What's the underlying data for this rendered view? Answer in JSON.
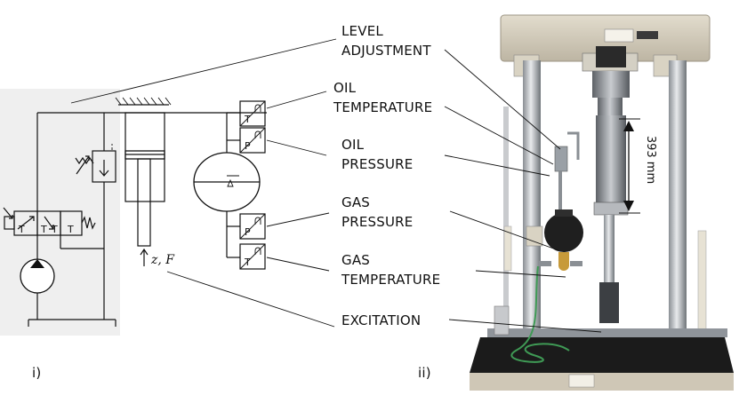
{
  "panels": {
    "left_label": "i)",
    "right_label": "ii)"
  },
  "callouts": [
    {
      "id": "level",
      "lines": [
        "LEVEL",
        "ADJUSTMENT"
      ]
    },
    {
      "id": "oil-temp",
      "lines": [
        "OIL",
        "TEMPERATURE"
      ]
    },
    {
      "id": "oil-press",
      "lines": [
        "OIL",
        "PRESSURE"
      ]
    },
    {
      "id": "gas-press",
      "lines": [
        "GAS",
        "PRESSURE"
      ]
    },
    {
      "id": "gas-temp",
      "lines": [
        "GAS",
        "TEMPERATURE"
      ]
    },
    {
      "id": "excitation",
      "lines": [
        "EXCITATION"
      ]
    }
  ],
  "schematic": {
    "force_label": "z, F",
    "sensor_symbols": [
      "T",
      "P",
      "P",
      "T"
    ],
    "valve_letters": [
      "T",
      "T",
      "T",
      "T"
    ]
  },
  "photo": {
    "dimension_label": "393 mm"
  },
  "colors": {
    "panel_bg": "#efefef",
    "frame_dark": "#2a2a2a",
    "header_beige": "#e3dccb",
    "table_black": "#1b1b1b",
    "cable_green": "#3f9a55",
    "brass": "#c79a3a"
  }
}
